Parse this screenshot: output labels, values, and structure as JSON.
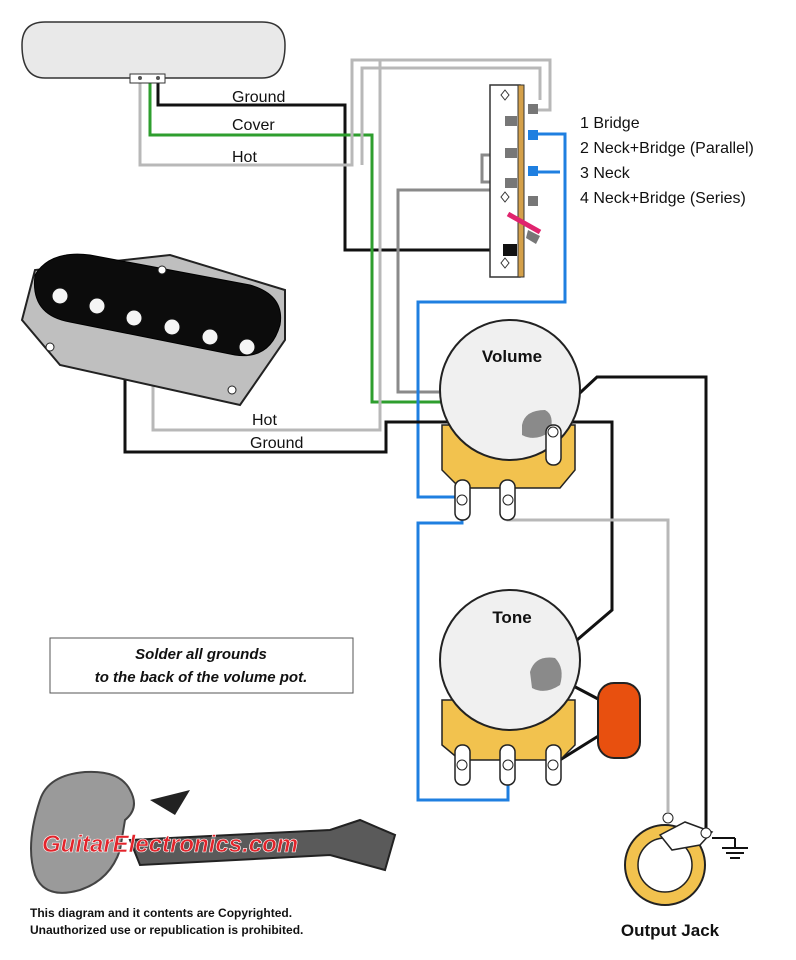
{
  "neck_pickup": {
    "wire_labels": {
      "ground": "Ground",
      "cover": "Cover",
      "hot": "Hot"
    }
  },
  "bridge_pickup": {
    "wire_labels": {
      "hot": "Hot",
      "ground": "Ground"
    }
  },
  "switch_positions": [
    {
      "label": "1 Bridge"
    },
    {
      "label": "2 Neck+Bridge (Parallel)"
    },
    {
      "label": "3 Neck"
    },
    {
      "label": "4 Neck+Bridge (Series)"
    }
  ],
  "volume_pot": {
    "label": "Volume"
  },
  "tone_pot": {
    "label": "Tone"
  },
  "output_jack": {
    "label": "Output Jack"
  },
  "note": {
    "line1": "Solder all grounds",
    "line2": "to the back of the volume pot."
  },
  "logo": {
    "text": "GuitarElectronics.com"
  },
  "copyright": {
    "line1": "This diagram and it contents are Copyrighted.",
    "line2": "Unauthorized use or republication is prohibited."
  },
  "colors": {
    "ground_wire": "#111111",
    "cover_wire": "#2e9e2e",
    "hot_wire": "#b8b8b8",
    "switch_wire": "#1f7fe0",
    "capacitor": "#e8500f",
    "pot_lugs": "#f2c24e"
  }
}
